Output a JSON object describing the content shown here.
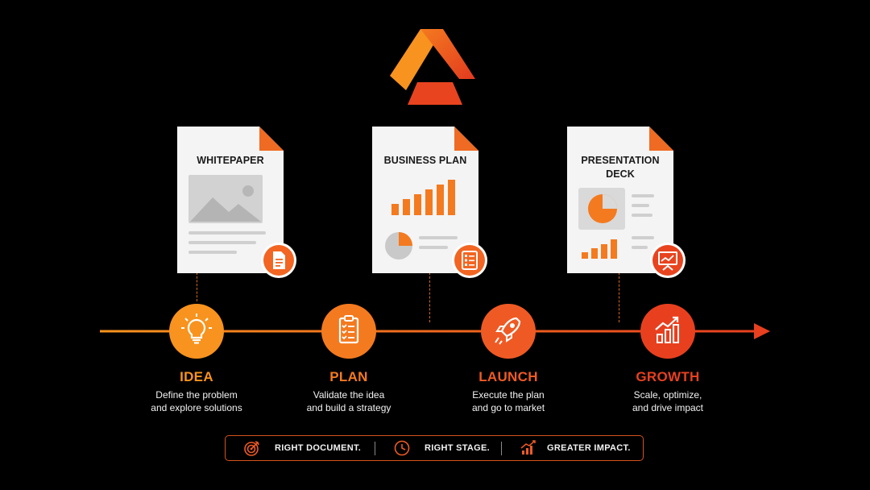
{
  "documents": [
    {
      "title": "WHITEPAPER",
      "badge_icon": "document-icon"
    },
    {
      "title": "BUSINESS PLAN",
      "badge_icon": "checklist-icon"
    },
    {
      "title": "PRESENTATION\nDECK",
      "badge_icon": "presentation-board-icon"
    }
  ],
  "stages": [
    {
      "title": "IDEA",
      "description": "Define the problem\nand explore solutions",
      "icon": "lightbulb-icon",
      "color": "#f7931e"
    },
    {
      "title": "PLAN",
      "description": "Validate the idea\nand build a strategy",
      "icon": "clipboard-checklist-icon",
      "color": "#f47a1f"
    },
    {
      "title": "LAUNCH",
      "description": "Execute the plan\nand go to market",
      "icon": "rocket-icon",
      "color": "#ef5a24"
    },
    {
      "title": "GROWTH",
      "description": "Scale, optimize,\nand drive impact",
      "icon": "growth-chart-icon",
      "color": "#e8401f"
    }
  ],
  "footer": [
    {
      "label": "RIGHT DOCUMENT.",
      "icon": "target-icon"
    },
    {
      "label": "RIGHT STAGE.",
      "icon": "clock-icon"
    },
    {
      "label": "GREATER IMPACT.",
      "icon": "bar-chart-icon"
    }
  ],
  "colors": {
    "accent_orange": "#f7931e",
    "accent_red": "#e8401f",
    "background": "#000000",
    "card": "#f4f4f4"
  }
}
